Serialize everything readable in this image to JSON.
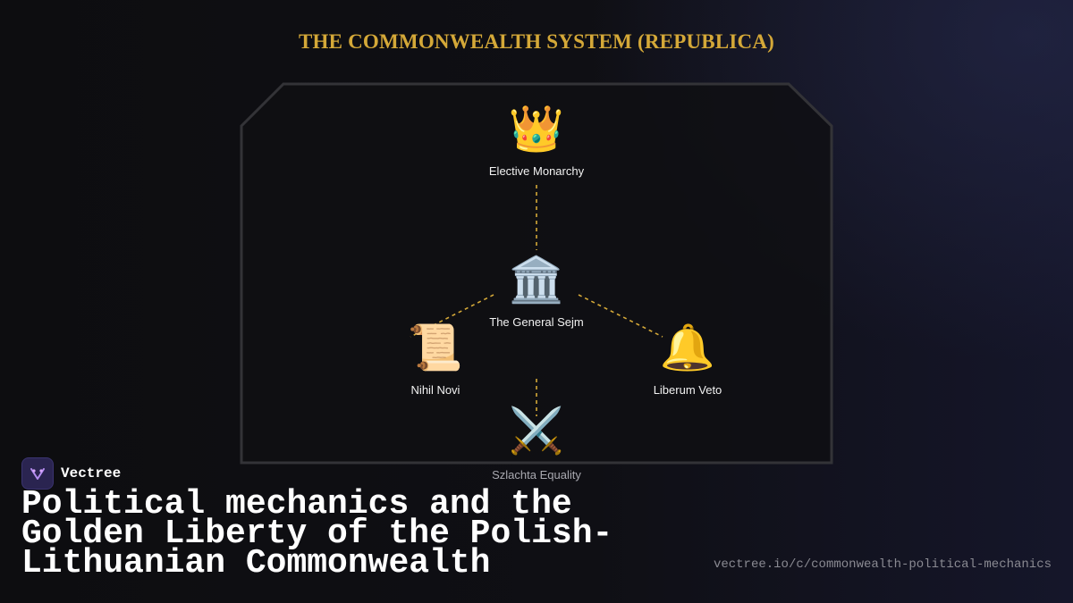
{
  "title": "THE COMMONWEALTH SYSTEM (REPUBLICA)",
  "nodes": {
    "top": {
      "icon": "crown-icon",
      "emoji": "👑",
      "label": "Elective Monarchy"
    },
    "middle": {
      "icon": "classical-building-icon",
      "emoji": "🏛️",
      "label": "The General Sejm"
    },
    "left": {
      "icon": "scroll-icon",
      "emoji": "📜",
      "label": "Nihil Novi"
    },
    "right": {
      "icon": "bell-icon",
      "emoji": "🔔",
      "label": "Liberum Veto"
    },
    "bottom": {
      "icon": "crossed-swords-icon",
      "emoji": "⚔️",
      "label": "Szlachta Equality"
    }
  },
  "colors": {
    "accent": "#d4a838",
    "frame": "#2f2f33",
    "background": "#0e0e12"
  },
  "brand": {
    "name": "Vectree",
    "icon": "vectree-logo-icon"
  },
  "headline": "Political mechanics and the Golden Liberty of the Polish-Lithuanian Commonwealth",
  "url": "vectree.io/c/commonwealth-political-mechanics"
}
